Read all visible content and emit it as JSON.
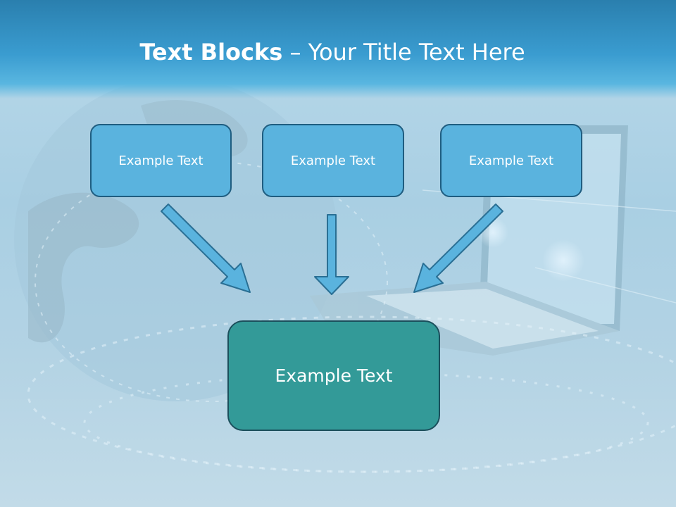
{
  "slide": {
    "title_bold": "Text Blocks",
    "title_rest": " – Your Title Text Here"
  },
  "blocks": [
    {
      "label": "Example Text"
    },
    {
      "label": "Example Text"
    },
    {
      "label": "Example Text"
    }
  ],
  "target": {
    "label": "Example Text"
  },
  "colors": {
    "header": "#3a9cd0",
    "block_fill": "#5ab3de",
    "block_border": "#1f5d80",
    "target_fill": "#339a98",
    "arrow_fill": "#5ab3de"
  },
  "icons": [
    "laptop-image",
    "globe-image",
    "binary-ring-image"
  ]
}
